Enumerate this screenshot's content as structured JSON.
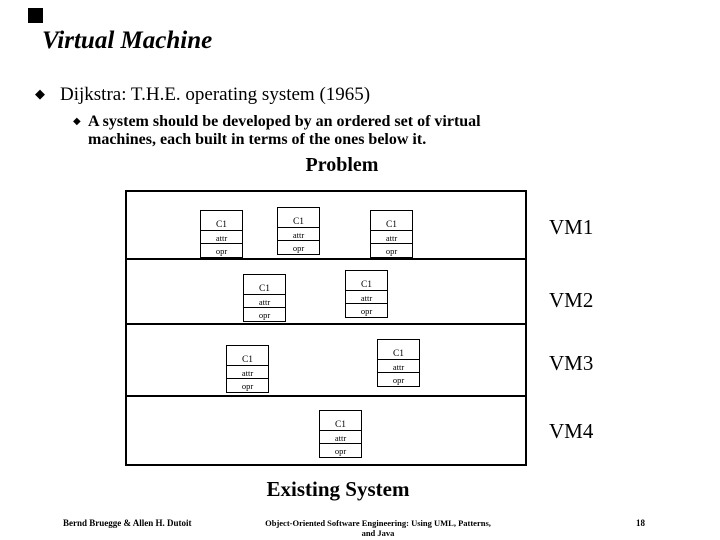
{
  "slide": {
    "title": "Virtual Machine",
    "corner_mark": "black-square",
    "bullets": {
      "level1_glyph": "◆",
      "level1_text": "Dijkstra: T.H.E. operating system (1965)",
      "level2_glyph": "◆",
      "level2_text": "A system should be developed by an ordered set of virtual machines, each built in terms of the ones below it."
    },
    "problem_label": "Problem",
    "existing_system_label": "Existing System"
  },
  "diagram": {
    "class_box": {
      "title": "C1",
      "attr": "attr",
      "opr": "opr"
    },
    "rows": [
      {
        "label": "VM1",
        "box_count": 3
      },
      {
        "label": "VM2",
        "box_count": 2
      },
      {
        "label": "VM3",
        "box_count": 2
      },
      {
        "label": "VM4",
        "box_count": 1
      }
    ]
  },
  "footer": {
    "authors": "Bernd Bruegge & Allen H. Dutoit",
    "book": "Object-Oriented Software Engineering: Using UML, Patterns, and Java",
    "page_number": "18"
  },
  "colors": {
    "background": "#ffffff",
    "text": "#000000",
    "line": "#000000"
  }
}
